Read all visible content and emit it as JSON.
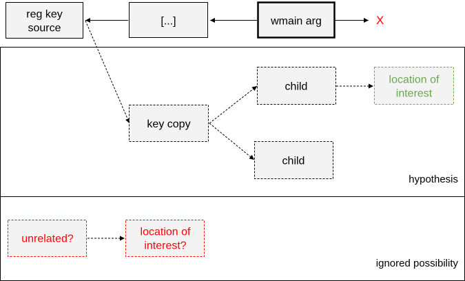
{
  "regions": {
    "hypothesis": {
      "label": "hypothesis"
    },
    "ignored": {
      "label": "ignored possibility"
    }
  },
  "nodes": {
    "reg_key_source": {
      "lines": [
        "reg key",
        "source"
      ]
    },
    "ellipsis": {
      "lines": [
        "[...]"
      ]
    },
    "wmain_arg": {
      "lines": [
        "wmain arg"
      ]
    },
    "key_copy": {
      "lines": [
        "key copy"
      ]
    },
    "child_top": {
      "lines": [
        "child"
      ]
    },
    "child_bottom": {
      "lines": [
        "child"
      ]
    },
    "location_of_interest": {
      "lines": [
        "location of",
        "interest"
      ]
    },
    "unrelated": {
      "lines": [
        "unrelated?"
      ]
    },
    "location_of_interest_q": {
      "lines": [
        "location of",
        "interest?"
      ]
    }
  },
  "end_mark": {
    "label": "X"
  },
  "colors": {
    "node_fill": "#f3f3f3",
    "border": "#000000",
    "green": "#6aa84f",
    "red": "#ff0000"
  }
}
